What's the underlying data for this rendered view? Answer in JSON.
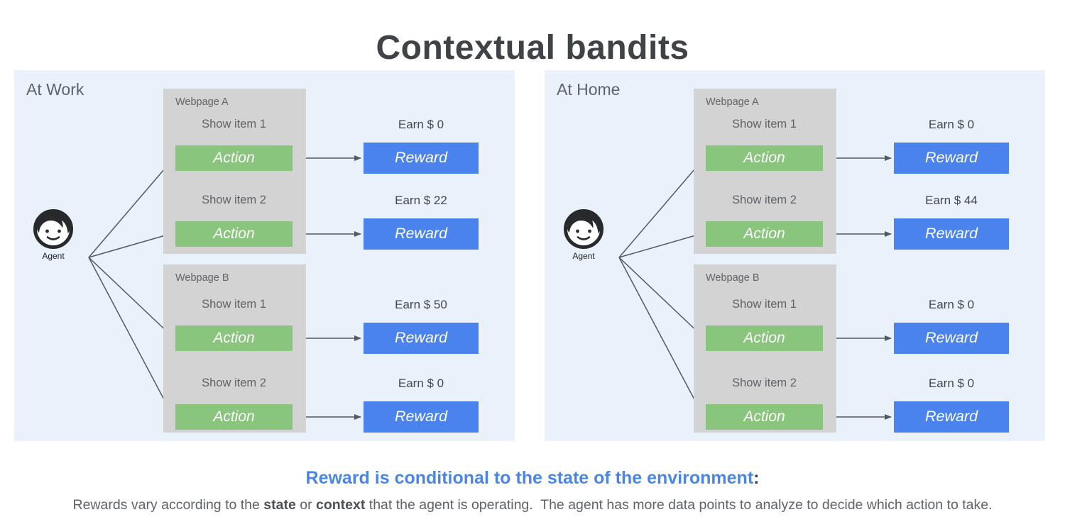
{
  "title": "Contextual bandits",
  "colors": {
    "panel_background": "#e9f1fb",
    "webpage_box_gray": "#d3d3d3",
    "action_green": "#8ac57d",
    "reward_blue": "#4a82ee",
    "heading_blue": "#4a86e8",
    "title_gray": "#3f4347",
    "body_gray": "#5f6368"
  },
  "panels": [
    {
      "title": "At Work",
      "agent_label": "Agent",
      "webpages": [
        {
          "title": "Webpage A",
          "rows": [
            {
              "item_label": "Show item 1",
              "action_label": "Action",
              "earn_label": "Earn $ 0",
              "reward_label": "Reward"
            },
            {
              "item_label": "Show item 2",
              "action_label": "Action",
              "earn_label": "Earn $ 22",
              "reward_label": "Reward"
            }
          ]
        },
        {
          "title": "Webpage B",
          "rows": [
            {
              "item_label": "Show item 1",
              "action_label": "Action",
              "earn_label": "Earn $ 50",
              "reward_label": "Reward"
            },
            {
              "item_label": "Show item 2",
              "action_label": "Action",
              "earn_label": "Earn $ 0",
              "reward_label": "Reward"
            }
          ]
        }
      ]
    },
    {
      "title": "At Home",
      "agent_label": "Agent",
      "webpages": [
        {
          "title": "Webpage A",
          "rows": [
            {
              "item_label": "Show item 1",
              "action_label": "Action",
              "earn_label": "Earn $ 0",
              "reward_label": "Reward"
            },
            {
              "item_label": "Show item 2",
              "action_label": "Action",
              "earn_label": "Earn $ 44",
              "reward_label": "Reward"
            }
          ]
        },
        {
          "title": "Webpage B",
          "rows": [
            {
              "item_label": "Show item 1",
              "action_label": "Action",
              "earn_label": "Earn $ 0",
              "reward_label": "Reward"
            },
            {
              "item_label": "Show item 2",
              "action_label": "Action",
              "earn_label": "Earn $ 0",
              "reward_label": "Reward"
            }
          ]
        }
      ]
    }
  ],
  "caption": {
    "heading_blue": "Reward is conditional to the state of the environment",
    "heading_colon": ":",
    "body_parts": {
      "p1": "Rewards vary according to the ",
      "b1": "state",
      "p2": " or ",
      "b2": "context",
      "p3": " that the agent is operating.  The agent has more data points to analyze to decide which action to take."
    }
  }
}
